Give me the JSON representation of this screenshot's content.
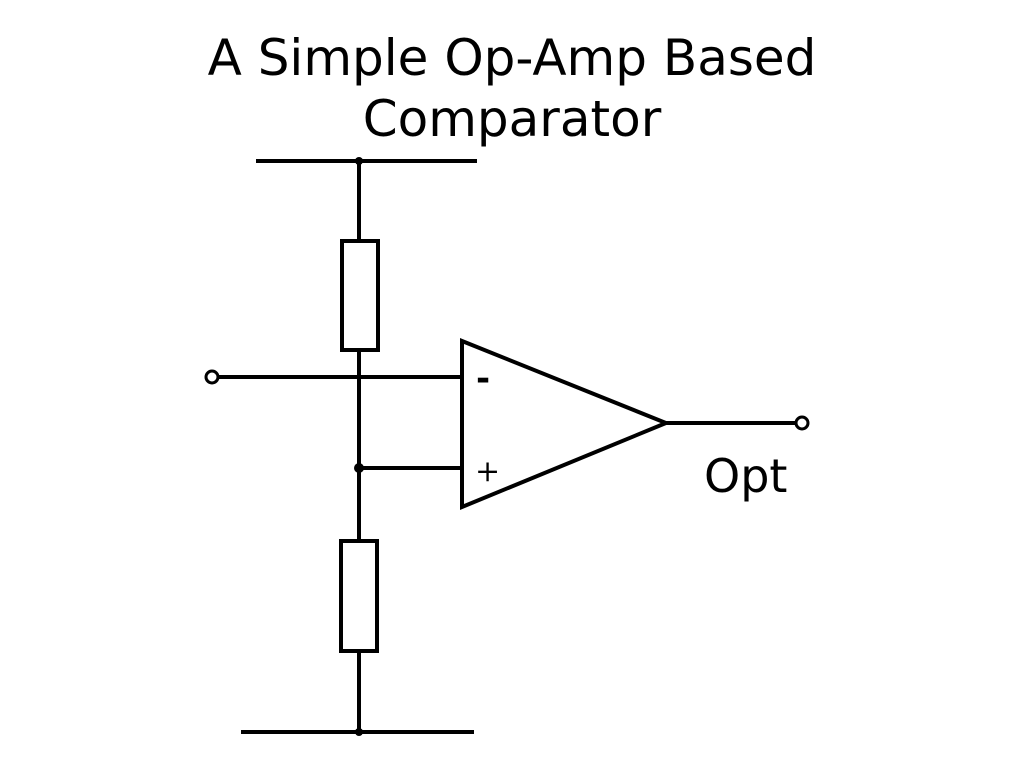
{
  "slide": {
    "title_line1": "A Simple Op-Amp Based",
    "title_line2": "Comparator"
  },
  "circuit": {
    "inverting_sign": "-",
    "noninverting_sign": "+",
    "output_label": "Opt"
  }
}
